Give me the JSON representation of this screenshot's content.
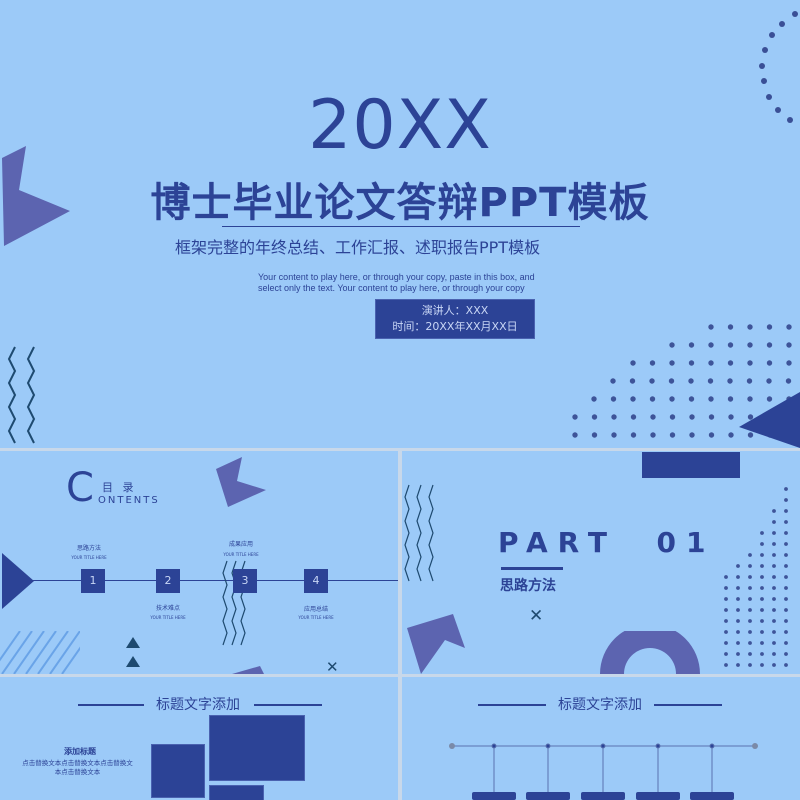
{
  "colors": {
    "background": "#9ccaf8",
    "primary": "#2c4396",
    "accent_purple": "#5c64b0",
    "dark_teal": "#1e4a70"
  },
  "main_slide": {
    "year": "20XX",
    "title": "博士毕业论文答辩PPT模板",
    "subtitle": "框架完整的年终总结、工作汇报、述职报告PPT模板",
    "description_line1": "Your content to play here, or through your copy, paste in this box, and",
    "description_line2": "select only the text. Your content to play here, or through your copy",
    "presenter": "演讲人：XXX",
    "date": "时间：20XX年XX月XX日"
  },
  "contents_slide": {
    "heading_big_letter": "C",
    "heading_cn": "目 录",
    "heading_en": "ONTENTS",
    "nodes": [
      {
        "num": "1",
        "label": "思路方法",
        "sub": "YOUR TITLE HERE",
        "position": "above"
      },
      {
        "num": "2",
        "label": "技术难点",
        "sub": "YOUR TITLE HERE",
        "position": "below"
      },
      {
        "num": "3",
        "label": "成果应用",
        "sub": "YOUR TITLE HERE",
        "position": "above"
      },
      {
        "num": "4",
        "label": "应用总结",
        "sub": "YOUR TITLE HERE",
        "position": "below"
      }
    ]
  },
  "part_slide": {
    "part_label": "PART  01",
    "section_title": "思路方法"
  },
  "slide4": {
    "title": "标题文字添加",
    "block_title": "添加标题",
    "block_text_line1": "点击替换文本点击替换文本点击替换文",
    "block_text_line2": "本点击替换文本"
  },
  "slide5": {
    "title": "标题文字添加",
    "timeline_points": 5
  }
}
